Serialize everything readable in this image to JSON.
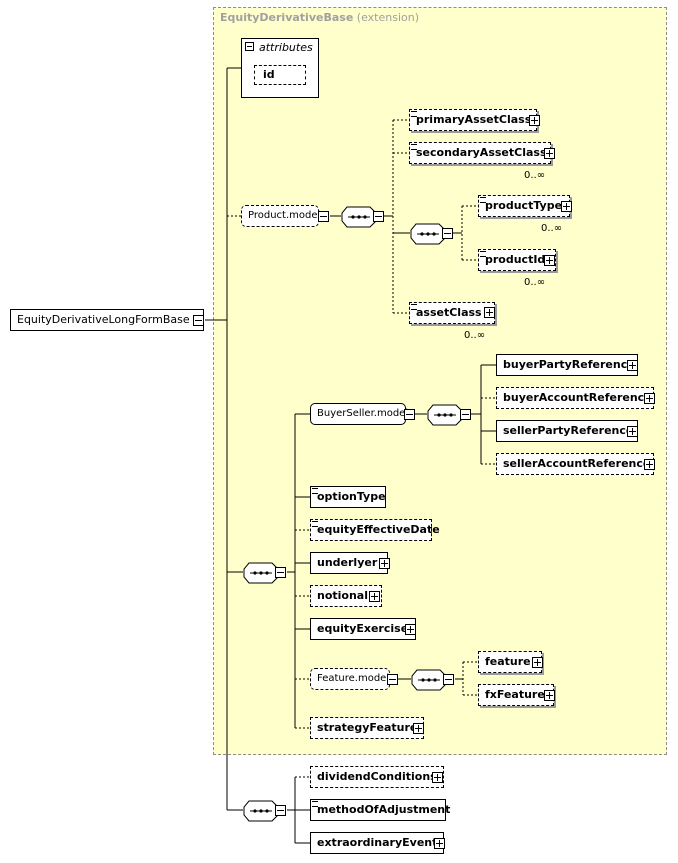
{
  "diagram": {
    "extension": {
      "base_name": "EquityDerivativeBase",
      "label": "(extension)",
      "attributes": {
        "title": "attributes",
        "items": [
          "id"
        ]
      }
    },
    "root": "EquityDerivativeLongFormBase",
    "product_group": {
      "group_name": "Product.model",
      "elements": [
        "primaryAssetClass",
        "secondaryAssetClass",
        "productType",
        "productId",
        "assetClass"
      ],
      "cardinalities": [
        "0..∞",
        "0..∞",
        "0..∞",
        "0..∞"
      ]
    },
    "buyer_seller_group": {
      "group_name": "BuyerSeller.model",
      "elements": [
        "buyerPartyReference",
        "buyerAccountReference",
        "sellerPartyReference",
        "sellerAccountReference"
      ]
    },
    "sequence_elements": [
      "optionType",
      "equityEffectiveDate",
      "underlyer",
      "notional",
      "equityExercise",
      "strategyFeature"
    ],
    "feature_group": {
      "group_name": "Feature.model",
      "elements": [
        "feature",
        "fxFeature"
      ]
    },
    "extension_elements": [
      "dividendConditions",
      "methodOfAdjustment",
      "extraordinaryEvents"
    ]
  }
}
